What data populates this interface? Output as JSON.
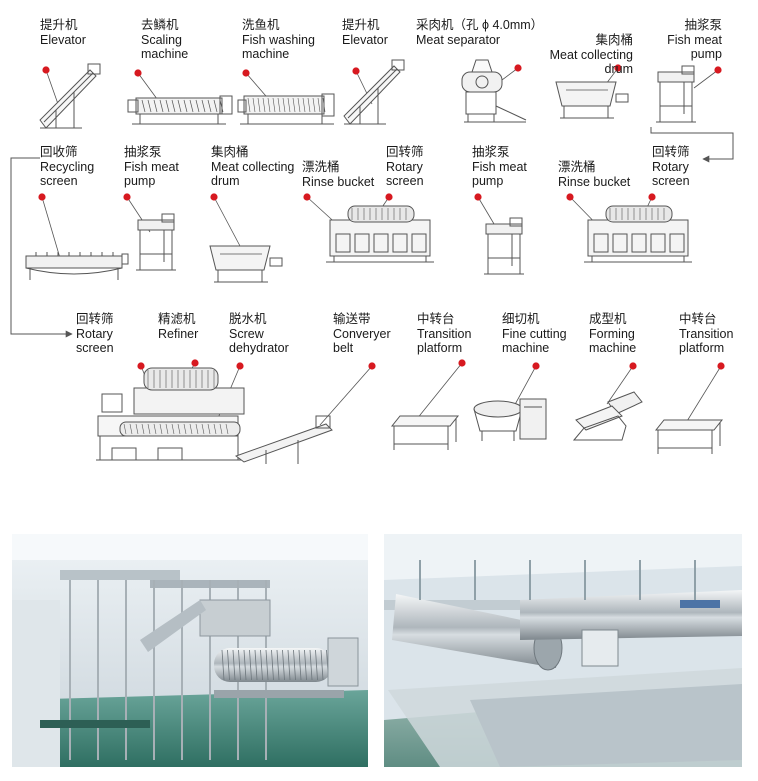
{
  "accent_color": "#d71920",
  "line_color": "#555555",
  "steps": [
    {
      "id": "s1",
      "zh": "提升机",
      "en": [
        "Elevator"
      ],
      "icon": "elevator-icon"
    },
    {
      "id": "s2",
      "zh": "去鳞机",
      "en": [
        "Scaling",
        "machine"
      ],
      "icon": "scaling-machine-icon"
    },
    {
      "id": "s3",
      "zh": "洗鱼机",
      "en": [
        "Fish washing",
        "machine"
      ],
      "icon": "fish-washing-machine-icon"
    },
    {
      "id": "s4",
      "zh": "提升机",
      "en": [
        "Elevator"
      ],
      "icon": "elevator-icon"
    },
    {
      "id": "s5",
      "zh": "采肉机（孔 ϕ 4.0mm）",
      "en": [
        "Meat separator"
      ],
      "icon": "meat-separator-icon"
    },
    {
      "id": "s6",
      "zh": "集肉桶",
      "en": [
        "Meat collecting",
        "drum"
      ],
      "icon": "meat-collecting-drum-icon"
    },
    {
      "id": "s7",
      "zh": "抽浆泵",
      "en": [
        "Fish meat",
        "pump"
      ],
      "icon": "fish-meat-pump-icon"
    },
    {
      "id": "s8",
      "zh": "回转筛",
      "en": [
        "Rotary",
        "screen"
      ],
      "icon": "rotary-screen-icon"
    },
    {
      "id": "s9",
      "zh": "漂洗桶",
      "en": [
        "Rinse bucket"
      ],
      "icon": "rinse-bucket-icon"
    },
    {
      "id": "s10",
      "zh": "抽浆泵",
      "en": [
        "Fish meat",
        "pump"
      ],
      "icon": "fish-meat-pump-icon"
    },
    {
      "id": "s11",
      "zh": "回转筛",
      "en": [
        "Rotary",
        "screen"
      ],
      "icon": "rotary-screen-icon"
    },
    {
      "id": "s12",
      "zh": "漂洗桶",
      "en": [
        "Rinse bucket"
      ],
      "icon": "rinse-bucket-icon"
    },
    {
      "id": "s13",
      "zh": "集肉桶",
      "en": [
        "Meat collecting",
        "drum"
      ],
      "icon": "meat-collecting-drum-icon"
    },
    {
      "id": "s14",
      "zh": "抽浆泵",
      "en": [
        "Fish meat",
        "pump"
      ],
      "icon": "fish-meat-pump-icon"
    },
    {
      "id": "s15",
      "zh": "回收筛",
      "en": [
        "Recycling",
        "screen"
      ],
      "icon": "recycling-screen-icon"
    },
    {
      "id": "s16",
      "zh": "回转筛",
      "en": [
        "Rotary",
        "screen"
      ],
      "icon": "rotary-screen-icon"
    },
    {
      "id": "s17",
      "zh": "精滤机",
      "en": [
        "Refiner"
      ],
      "icon": "refiner-icon"
    },
    {
      "id": "s18",
      "zh": "脱水机",
      "en": [
        "Screw",
        "dehydrator"
      ],
      "icon": "screw-dehydrator-icon"
    },
    {
      "id": "s19",
      "zh": "输送带",
      "en": [
        "Converyer",
        "belt"
      ],
      "icon": "conveyor-belt-icon"
    },
    {
      "id": "s20",
      "zh": "中转台",
      "en": [
        "Transition",
        "platform"
      ],
      "icon": "transition-platform-icon"
    },
    {
      "id": "s21",
      "zh": "细切机",
      "en": [
        "Fine cutting",
        "machine"
      ],
      "icon": "fine-cutting-machine-icon"
    },
    {
      "id": "s22",
      "zh": "成型机",
      "en": [
        "Forming",
        "machine"
      ],
      "icon": "forming-machine-icon"
    },
    {
      "id": "s23",
      "zh": "中转台",
      "en": [
        "Transition",
        "platform"
      ],
      "icon": "transition-platform-icon"
    }
  ],
  "photos": [
    {
      "id": "photo-left",
      "subject": "factory-interior-screw-dehydrator"
    },
    {
      "id": "photo-right",
      "subject": "factory-interior-rotary-screens"
    }
  ]
}
